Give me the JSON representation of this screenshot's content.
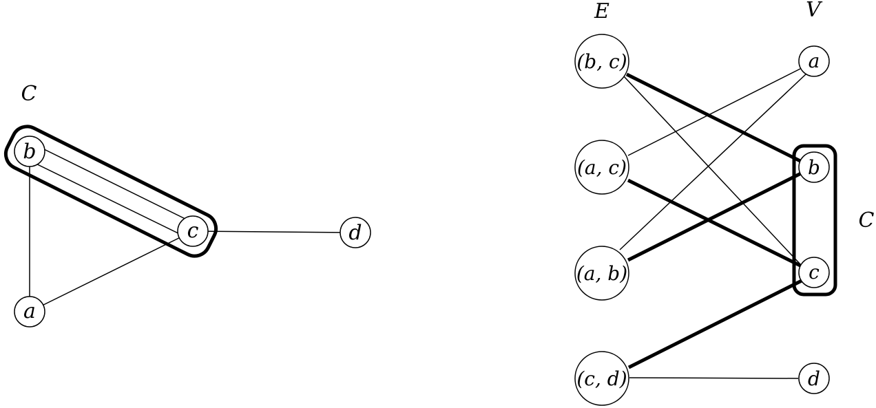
{
  "colors": {
    "stroke": "#000000",
    "node_fill": "#ffffff",
    "background": "#ffffff"
  },
  "left_graph": {
    "cover_label": "C",
    "vertices": {
      "a": "a",
      "b": "b",
      "c": "c",
      "d": "d"
    },
    "edges": [
      {
        "from": "b",
        "to": "c",
        "in_cover_group": true
      },
      {
        "from": "b",
        "to": "a",
        "in_cover_group": false
      },
      {
        "from": "a",
        "to": "c",
        "in_cover_group": false
      },
      {
        "from": "c",
        "to": "d",
        "in_cover_group": false
      }
    ]
  },
  "right_graph": {
    "edge_column_header": "E",
    "vertex_column_header": "V",
    "cover_label": "C",
    "edge_nodes": {
      "bc": "(b, c)",
      "ac": "(a, c)",
      "ab": "(a, b)",
      "cd": "(c, d)"
    },
    "vertex_nodes": {
      "a": "a",
      "b": "b",
      "c": "c",
      "d": "d"
    },
    "links": [
      {
        "from": "bc",
        "to": "b",
        "bold": true
      },
      {
        "from": "bc",
        "to": "c",
        "bold": false
      },
      {
        "from": "ac",
        "to": "a",
        "bold": false
      },
      {
        "from": "ac",
        "to": "c",
        "bold": true
      },
      {
        "from": "ab",
        "to": "a",
        "bold": false
      },
      {
        "from": "ab",
        "to": "b",
        "bold": true
      },
      {
        "from": "cd",
        "to": "c",
        "bold": true
      },
      {
        "from": "cd",
        "to": "d",
        "bold": false
      }
    ]
  }
}
